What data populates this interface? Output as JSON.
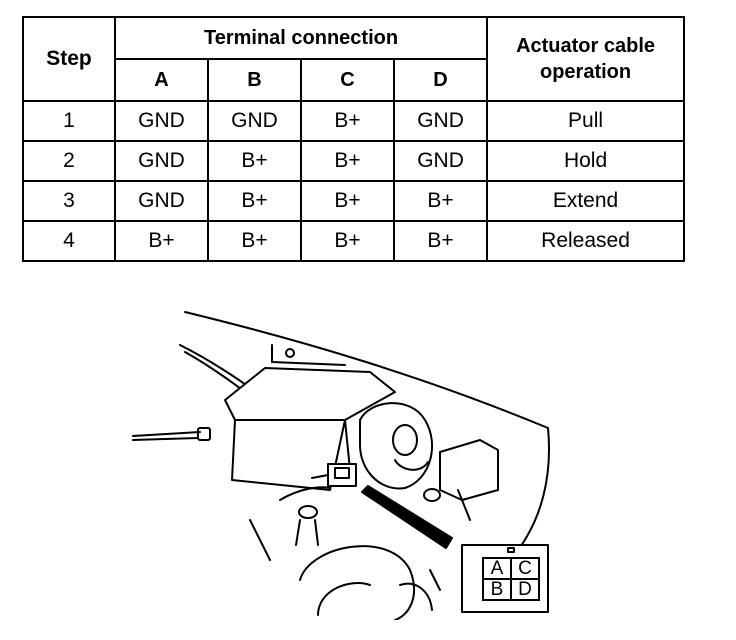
{
  "table": {
    "step_header": "Step",
    "terminal_header": "Terminal connection",
    "operation_header_line1": "Actuator cable",
    "operation_header_line2": "operation",
    "terminals": [
      "A",
      "B",
      "C",
      "D"
    ],
    "rows": [
      {
        "step": "1",
        "a": "GND",
        "b": "GND",
        "c": "B+",
        "d": "GND",
        "op": "Pull"
      },
      {
        "step": "2",
        "a": "GND",
        "b": "B+",
        "c": "B+",
        "d": "GND",
        "op": "Hold"
      },
      {
        "step": "3",
        "a": "GND",
        "b": "B+",
        "c": "B+",
        "d": "B+",
        "op": "Extend"
      },
      {
        "step": "4",
        "a": "B+",
        "b": "B+",
        "c": "B+",
        "d": "B+",
        "op": "Released"
      }
    ]
  },
  "connector": {
    "pins": [
      "A",
      "C",
      "B",
      "D"
    ]
  }
}
